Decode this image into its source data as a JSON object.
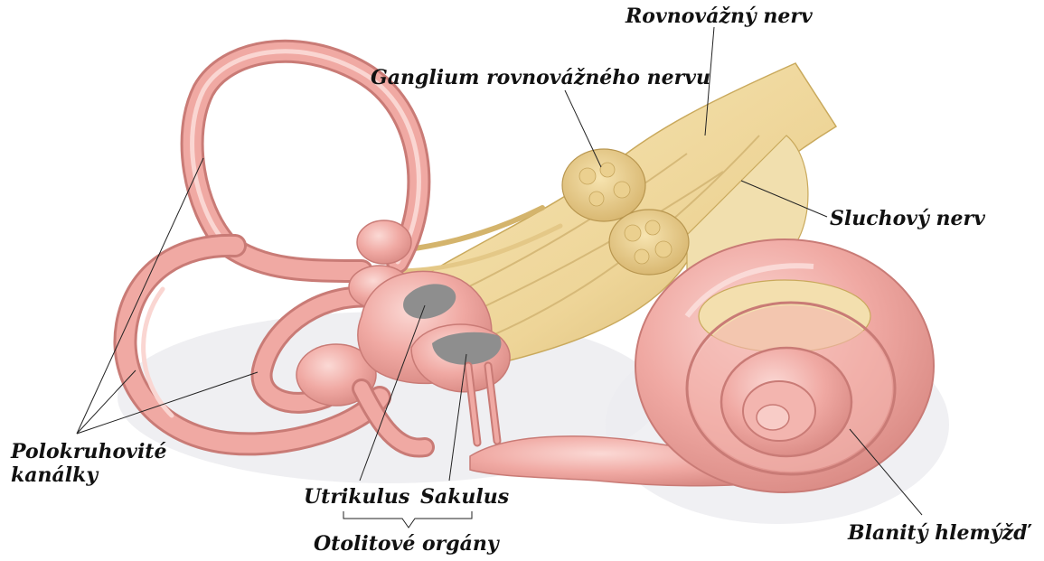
{
  "labels": {
    "vestibular_nerve": "Rovnovážný nerv",
    "vestibular_ganglion": "Ganglium rovnovážného nervu",
    "cochlear_nerve": "Sluchový nerv",
    "semicircular_canals_line1": "Polokruhovité",
    "semicircular_canals_line2": "kanálky",
    "utricle": "Utrikulus",
    "saccule": "Sakulus",
    "otolith_organs": "Otolitové orgány",
    "membranous_cochlea": "Blanitý hlemýžď"
  },
  "colors": {
    "membrane": "#f0a9a3",
    "membrane_dark": "#c97b76",
    "membrane_light": "#f9d3cf",
    "nerve": "#eed598",
    "nerve_dark": "#c9a95c",
    "otolith": "#8e8e8e",
    "shadow": "#e6e6ea",
    "leader": "#222222"
  }
}
